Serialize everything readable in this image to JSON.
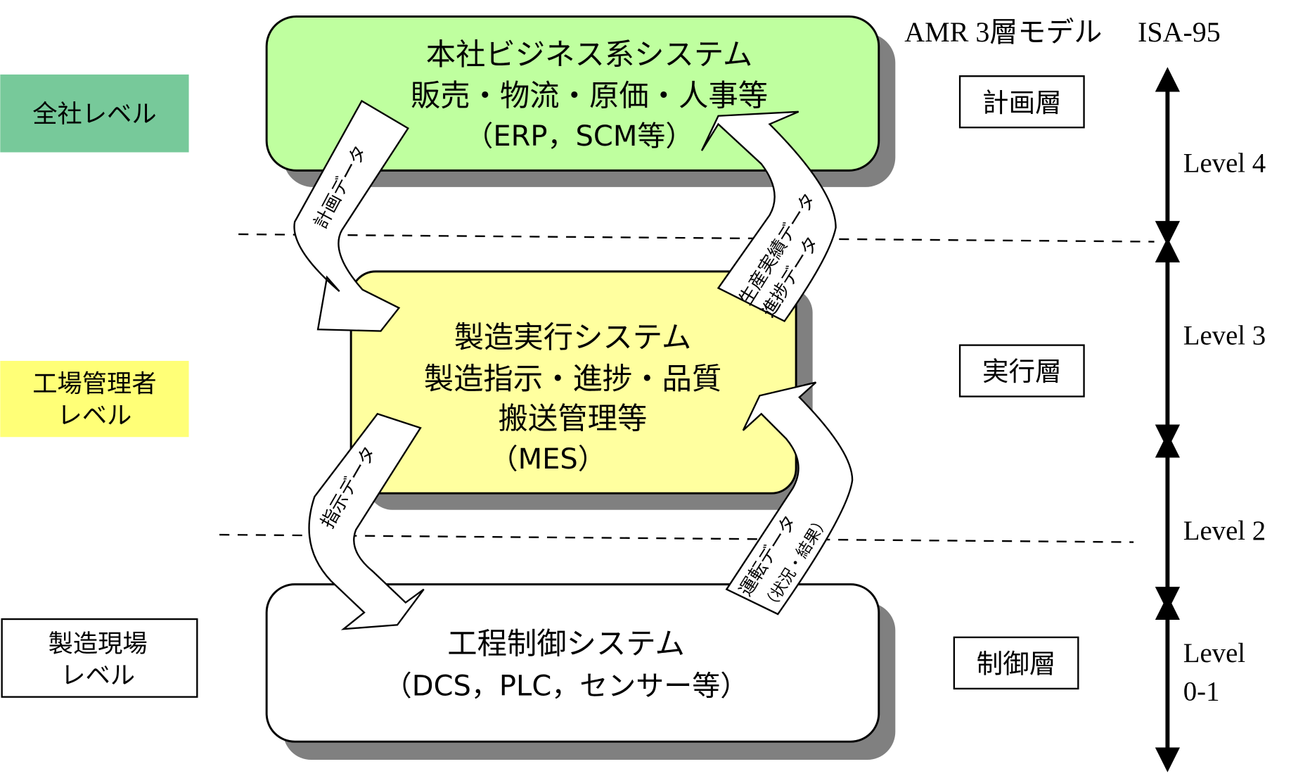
{
  "header": {
    "model_title": "AMR 3層モデル",
    "standard_title": "ISA-95"
  },
  "org_levels": [
    {
      "label_lines": [
        "全社レベル"
      ],
      "color": "#77c99a"
    },
    {
      "label_lines": [
        "工場管理者",
        "レベル"
      ],
      "color": "#ffff77"
    },
    {
      "label_lines": [
        "製造現場",
        "レベル"
      ],
      "color": "#ffffff"
    }
  ],
  "systems": [
    {
      "lines": [
        "本社ビジネス系システム",
        "販売・物流・原価・人事等",
        "（ERP，SCM等）"
      ],
      "color": "#bfff9f"
    },
    {
      "lines": [
        "製造実行システム",
        "製造指示・進捗・品質",
        "搬送管理等",
        "（MES）"
      ],
      "color": "#ffff9f"
    },
    {
      "lines": [
        "工程制御システム",
        "（DCS，PLC，センサー等）"
      ],
      "color": "#ffffff"
    }
  ],
  "data_flows": [
    {
      "lines": [
        "計画データ"
      ],
      "direction": "down"
    },
    {
      "lines": [
        "生産実績データ",
        "進捗データ"
      ],
      "direction": "up"
    },
    {
      "lines": [
        "指示データ"
      ],
      "direction": "down"
    },
    {
      "lines": [
        "運転データ",
        "（状況・結果）"
      ],
      "direction": "up"
    }
  ],
  "amr_layers": [
    "計画層",
    "実行層",
    "制御層"
  ],
  "isa_levels": [
    {
      "lines": [
        "Level 4"
      ]
    },
    {
      "lines": [
        "Level 3"
      ]
    },
    {
      "lines": [
        "Level 2"
      ]
    },
    {
      "lines": [
        "Level",
        "0-1"
      ]
    }
  ],
  "colors": {
    "shadow": "#808080",
    "outline": "#000000"
  }
}
